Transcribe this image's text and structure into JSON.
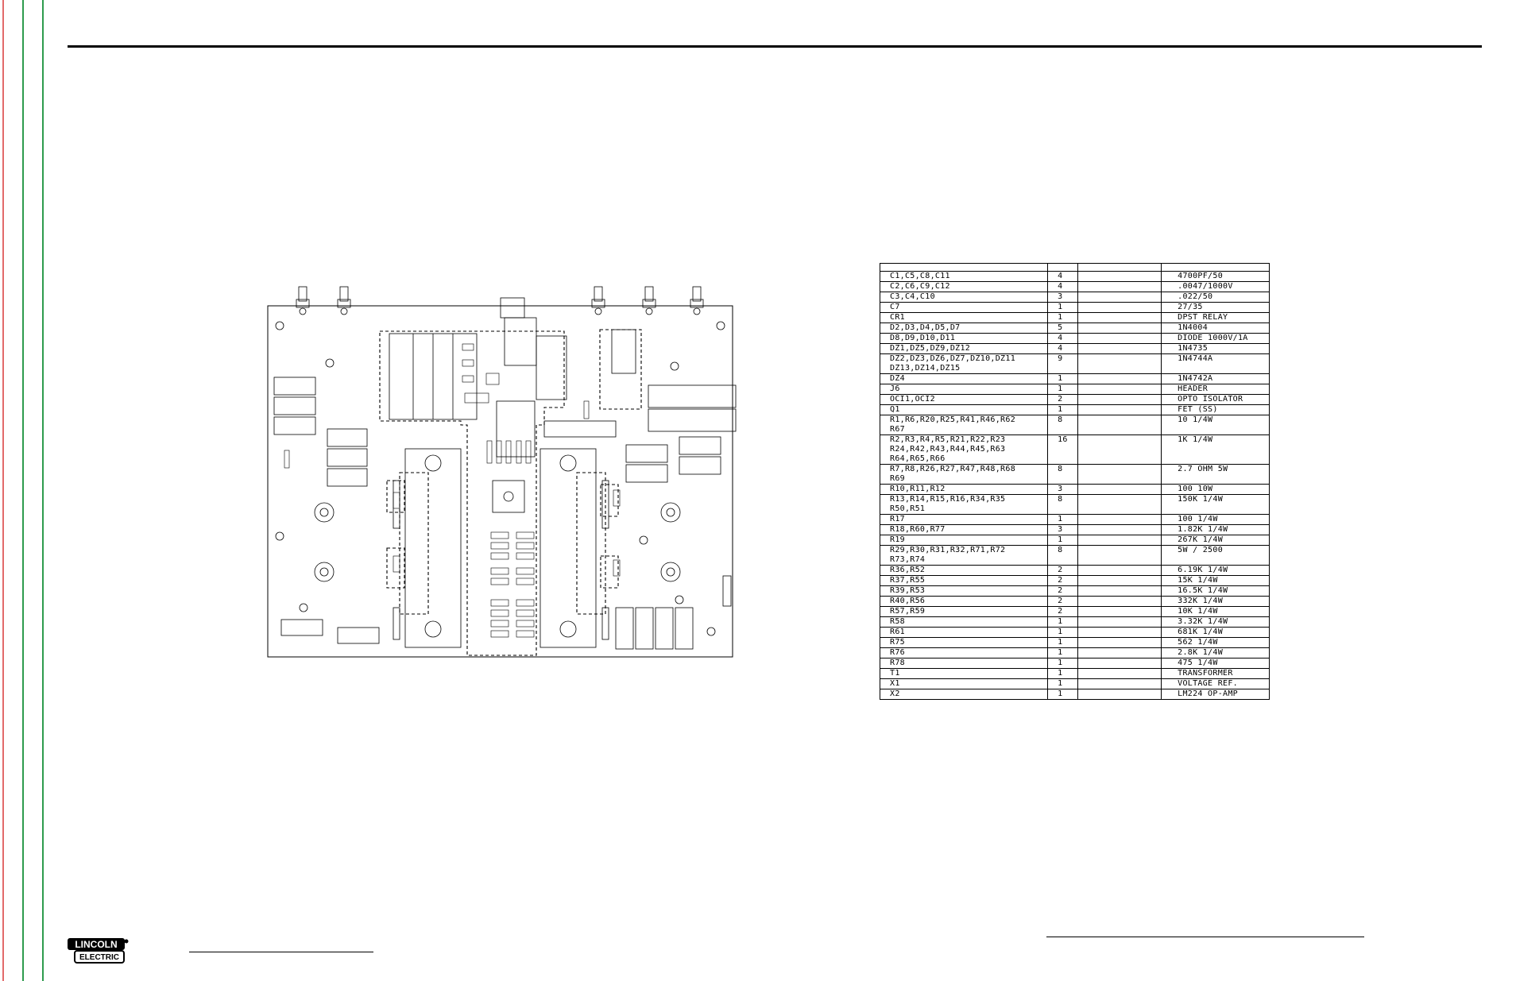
{
  "logo": {
    "line1": "LINCOLN",
    "line2": "ELECTRIC"
  },
  "parts_table": {
    "headers": [
      "",
      "",
      "",
      ""
    ],
    "rows": [
      {
        "item": "C1,C5,C8,C11",
        "qty": "4",
        "part": "",
        "desc": "4700PF/50"
      },
      {
        "item": "C2,C6,C9,C12",
        "qty": "4",
        "part": "",
        "desc": ".0047/1000V"
      },
      {
        "item": "C3,C4,C10",
        "qty": "3",
        "part": "",
        "desc": ".022/50"
      },
      {
        "item": "C7",
        "qty": "1",
        "part": "",
        "desc": "27/35"
      },
      {
        "item": "CR1",
        "qty": "1",
        "part": "",
        "desc": "DPST RELAY"
      },
      {
        "item": "D2,D3,D4,D5,D7",
        "qty": "5",
        "part": "",
        "desc": "1N4004"
      },
      {
        "item": "D8,D9,D10,D11",
        "qty": "4",
        "part": "",
        "desc": "DIODE 1000V/1A"
      },
      {
        "item": "DZ1,DZ5,DZ9,DZ12",
        "qty": "4",
        "part": "",
        "desc": "1N4735"
      },
      {
        "item": "DZ2,DZ3,DZ6,DZ7,DZ10,DZ11\nDZ13,DZ14,DZ15",
        "qty": "9",
        "part": "",
        "desc": "1N4744A"
      },
      {
        "item": "DZ4",
        "qty": "1",
        "part": "",
        "desc": "1N4742A"
      },
      {
        "item": "J6",
        "qty": "1",
        "part": "",
        "desc": "HEADER"
      },
      {
        "item": "OCI1,OCI2",
        "qty": "2",
        "part": "",
        "desc": "OPTO ISOLATOR"
      },
      {
        "item": "Q1",
        "qty": "1",
        "part": "",
        "desc": "FET (SS)"
      },
      {
        "item": "R1,R6,R20,R25,R41,R46,R62\nR67",
        "qty": "8",
        "part": "",
        "desc": "10 1/4W"
      },
      {
        "item": "R2,R3,R4,R5,R21,R22,R23\nR24,R42,R43,R44,R45,R63\nR64,R65,R66",
        "qty": "16",
        "part": "",
        "desc": "1K 1/4W"
      },
      {
        "item": "R7,R8,R26,R27,R47,R48,R68\nR69",
        "qty": "8",
        "part": "",
        "desc": "2.7 OHM 5W"
      },
      {
        "item": "R10,R11,R12",
        "qty": "3",
        "part": "",
        "desc": "100 10W"
      },
      {
        "item": "R13,R14,R15,R16,R34,R35\nR50,R51",
        "qty": "8",
        "part": "",
        "desc": "150K 1/4W"
      },
      {
        "item": "R17",
        "qty": "1",
        "part": "",
        "desc": "100 1/4W"
      },
      {
        "item": "R18,R60,R77",
        "qty": "3",
        "part": "",
        "desc": "1.82K 1/4W"
      },
      {
        "item": "R19",
        "qty": "1",
        "part": "",
        "desc": "267K 1/4W"
      },
      {
        "item": "R29,R30,R31,R32,R71,R72\nR73,R74",
        "qty": "8",
        "part": "",
        "desc": "5W / 2500"
      },
      {
        "item": "R36,R52",
        "qty": "2",
        "part": "",
        "desc": "6.19K 1/4W"
      },
      {
        "item": "R37,R55",
        "qty": "2",
        "part": "",
        "desc": "15K 1/4W"
      },
      {
        "item": "R39,R53",
        "qty": "2",
        "part": "",
        "desc": "16.5K 1/4W"
      },
      {
        "item": "R40,R56",
        "qty": "2",
        "part": "",
        "desc": "332K 1/4W"
      },
      {
        "item": "R57,R59",
        "qty": "2",
        "part": "",
        "desc": "10K 1/4W"
      },
      {
        "item": "R58",
        "qty": "1",
        "part": "",
        "desc": "3.32K 1/4W"
      },
      {
        "item": "R61",
        "qty": "1",
        "part": "",
        "desc": "681K 1/4W"
      },
      {
        "item": "R75",
        "qty": "1",
        "part": "",
        "desc": "562 1/4W"
      },
      {
        "item": "R76",
        "qty": "1",
        "part": "",
        "desc": "2.8K 1/4W"
      },
      {
        "item": "R78",
        "qty": "1",
        "part": "",
        "desc": "475 1/4W"
      },
      {
        "item": "T1",
        "qty": "1",
        "part": "",
        "desc": "TRANSFORMER"
      },
      {
        "item": "X1",
        "qty": "1",
        "part": "",
        "desc": "VOLTAGE REF."
      },
      {
        "item": "X2",
        "qty": "1",
        "part": "",
        "desc": "LM224 OP-AMP"
      }
    ]
  }
}
